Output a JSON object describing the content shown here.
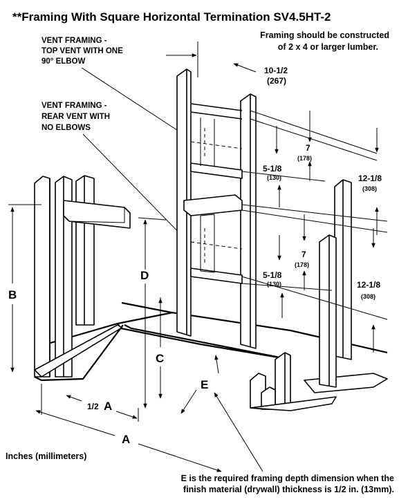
{
  "title": "**Framing With Square Horizontal Termination SV4.5HT-2",
  "notes": {
    "lumber_line1": "Framing should be constructed",
    "lumber_line2": "of  2 x 4 or larger lumber.",
    "units": "Inches (millimeters)",
    "footnote_line1": "E is the required framing depth dimension when the",
    "footnote_line2": "finish material (drywall) thickness is 1/2 in. (13mm)."
  },
  "callouts": {
    "top_vent": [
      "VENT FRAMING -",
      "TOP VENT WITH ONE",
      "90° ELBOW"
    ],
    "rear_vent": [
      "VENT FRAMING -",
      "REAR VENT WITH",
      "NO ELBOWS"
    ]
  },
  "dimensions": {
    "width_in": "10-1/2",
    "width_mm": "(267)",
    "upper_gap_in": "7",
    "upper_gap_mm": "(178)",
    "upper_inner_in": "5-1/8",
    "upper_inner_mm": "(130)",
    "upper_outer_in": "12-1/8",
    "upper_outer_mm": "(308)",
    "lower_gap_in": "7",
    "lower_gap_mm": "(178)",
    "lower_inner_in": "5-1/8",
    "lower_inner_mm": "(130)",
    "lower_outer_in": "12-1/8",
    "lower_outer_mm": "(308)"
  },
  "letters": {
    "a": "A",
    "half_a_prefix": "1/2",
    "half_a": "A",
    "b": "B",
    "c": "C",
    "d": "D",
    "e": "E"
  }
}
